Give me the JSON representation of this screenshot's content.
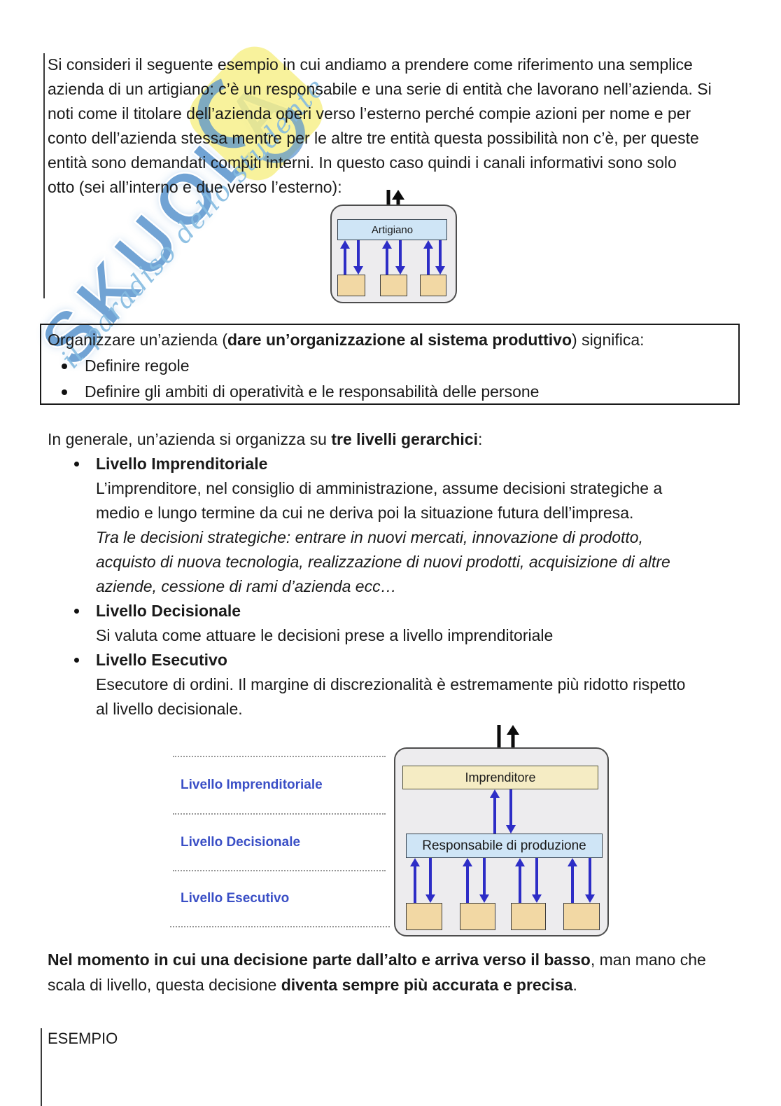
{
  "watermark": {
    "brand": "SKUOLA",
    "slogan": "il paradiso dello studente"
  },
  "intro_paragraph": "Si consideri il seguente esempio in cui andiamo a prendere come riferimento una semplice\nazienda di un artigiano: c’è un responsabile e una serie di entità che lavorano nell’azienda. Si\nnoti come il titolare dell’azienda operi verso l’esterno perché compie azioni per nome e per\nconto dell’azienda stessa mentre per le altre tre entità questa possibilità non c’è, per queste\nentità sono demandati compiti interni. In questo caso quindi i canali informativi sono solo\notto (sei all’interno e due verso l’esterno):",
  "diagram1": {
    "top_box": "Artigiano"
  },
  "org_box": {
    "intro_pre": "Organizzare un’azienda (",
    "intro_bold": "dare un’organizzazione al sistema produttivo",
    "intro_post": ") significa:",
    "bullets": [
      "Definire regole",
      "Definire gli ambiti di operatività e le responsabilità delle persone"
    ]
  },
  "levels": {
    "intro_pre": "In generale, un’azienda si organizza su ",
    "intro_bold": "tre livelli gerarchici",
    "intro_post": ":",
    "items": [
      {
        "title": "Livello Imprenditoriale",
        "text": "L’imprenditore, nel consiglio di amministrazione, assume decisioni strategiche a\nmedio e lungo termine da cui ne deriva poi la situazione futura dell’impresa.",
        "note": "Tra le decisioni strategiche: entrare in nuovi mercati, innovazione di prodotto,\nacquisto di nuova tecnologia, realizzazione di nuovi prodotti, acquisizione di altre\naziende, cessione di rami d’azienda ecc…"
      },
      {
        "title": "Livello Decisionale",
        "text": "Si valuta come attuare le decisioni prese a livello imprenditoriale"
      },
      {
        "title": "Livello Esecutivo",
        "text": "Esecutore di ordini. Il margine di discrezionalità è estremamente più ridotto rispetto\nal livello decisionale."
      }
    ]
  },
  "diagram2": {
    "labels": [
      "Livello Imprenditoriale",
      "Livello Decisionale",
      "Livello Esecutivo"
    ],
    "top_box": "Imprenditore",
    "middle_box": "Responsabile di produzione"
  },
  "closing": {
    "bold1": "Nel momento in cui una decisione parte dall’alto e arriva verso il basso",
    "mid": ", man mano che\nscala di livello, questa decisione ",
    "bold2": "diventa sempre più accurata e precisa",
    "end": "."
  },
  "footer_label": "ESEMPIO",
  "colors": {
    "label_blue": "#3A4FC6",
    "arrow_blue": "#2D2DC6",
    "arrow_black": "#0C0C0C",
    "box_light_blue": "#CFE5F6",
    "box_cream": "#F5ECC4",
    "box_tan": "#F2D8A4",
    "frame_gray": "#EDECEE",
    "watermark_blue": "#4E8DCA",
    "watermark_yellow": "#F7F08B"
  }
}
